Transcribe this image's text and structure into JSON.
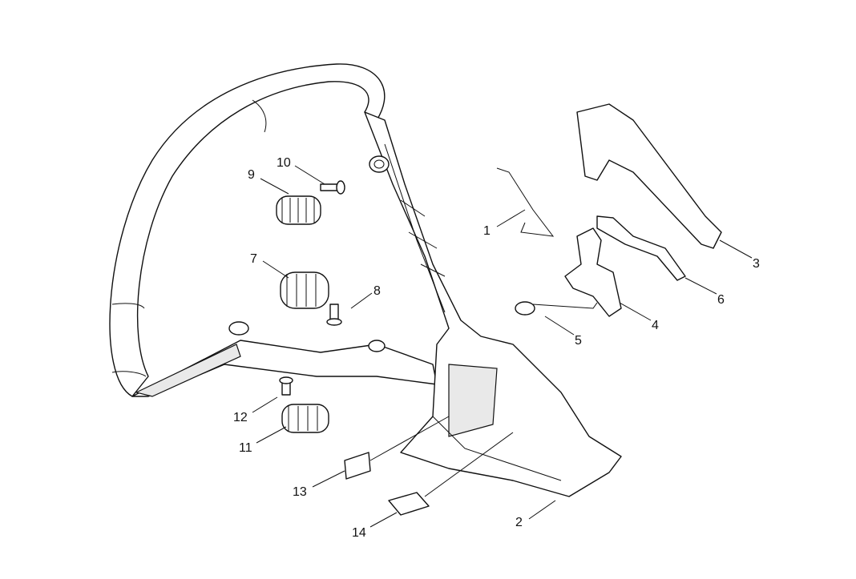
{
  "diagram": {
    "type": "exploded parts diagram",
    "callouts": [
      {
        "id": "1",
        "label": "1"
      },
      {
        "id": "2",
        "label": "2"
      },
      {
        "id": "3",
        "label": "3"
      },
      {
        "id": "4",
        "label": "4"
      },
      {
        "id": "5",
        "label": "5"
      },
      {
        "id": "6",
        "label": "6"
      },
      {
        "id": "7",
        "label": "7"
      },
      {
        "id": "8",
        "label": "8"
      },
      {
        "id": "9",
        "label": "9"
      },
      {
        "id": "10",
        "label": "10"
      },
      {
        "id": "11",
        "label": "11"
      },
      {
        "id": "12",
        "label": "12"
      },
      {
        "id": "13",
        "label": "13"
      },
      {
        "id": "14",
        "label": "14"
      }
    ]
  }
}
